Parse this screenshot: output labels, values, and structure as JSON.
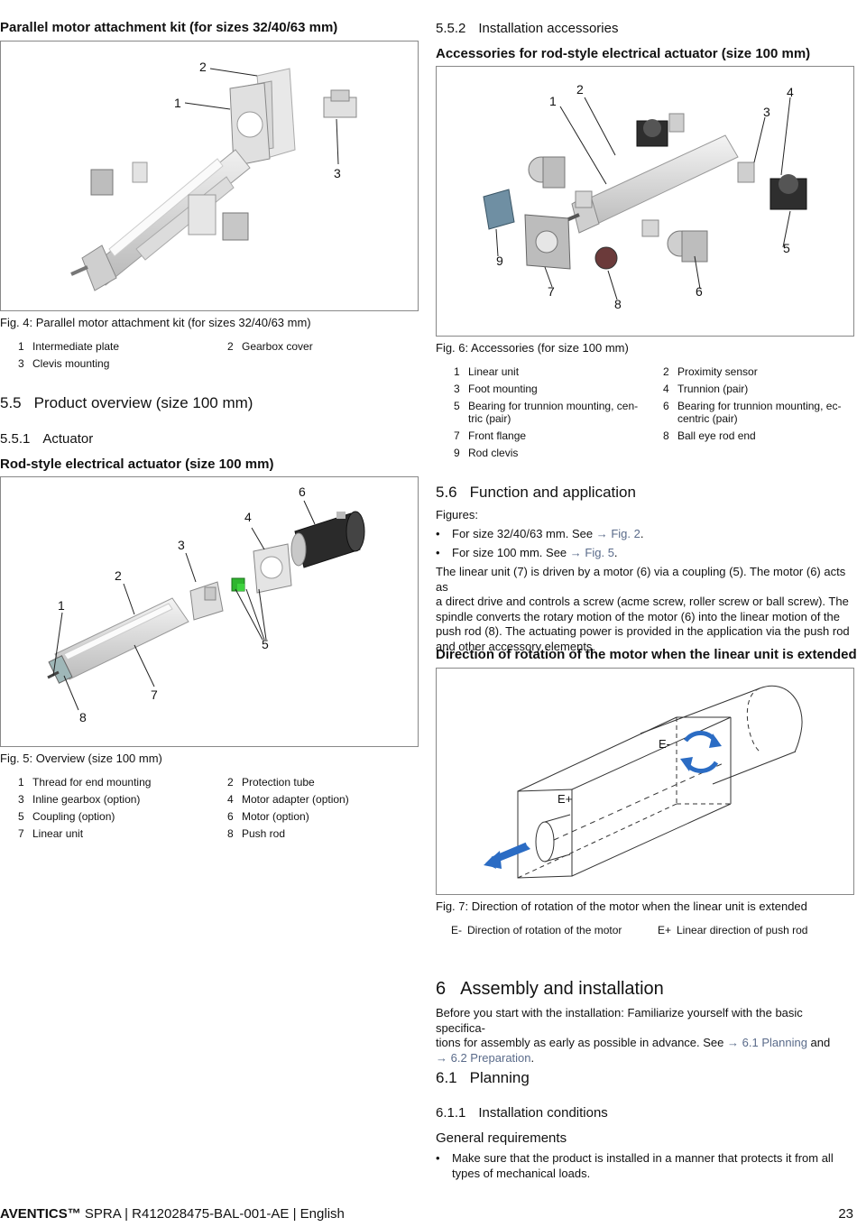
{
  "left": {
    "h_kit": "Parallel motor attachment kit (for sizes 32/40/63 mm)",
    "fig4_caption": "Fig. 4: Parallel motor attachment kit (for sizes 32/40/63 mm)",
    "fig4_callouts": [
      "1",
      "2",
      "3"
    ],
    "fig4_legend": [
      {
        "n": "1",
        "t": "Intermediate plate"
      },
      {
        "n": "2",
        "t": "Gearbox cover"
      },
      {
        "n": "3",
        "t": "Clevis mounting"
      }
    ],
    "h55_num": "5.5",
    "h55_text": "Product overview (size 100 mm)",
    "h551_num": "5.5.1",
    "h551_text": "Actuator",
    "h_rod": "Rod-style electrical actuator (size 100 mm)",
    "fig5_caption": "Fig. 5: Overview (size 100 mm)",
    "fig5_callouts": [
      "1",
      "2",
      "3",
      "4",
      "5",
      "6",
      "7",
      "8"
    ],
    "fig5_legend": [
      {
        "n": "1",
        "t": "Thread for end mounting"
      },
      {
        "n": "2",
        "t": "Protection tube"
      },
      {
        "n": "3",
        "t": "Inline gearbox (option)"
      },
      {
        "n": "4",
        "t": "Motor adapter (option)"
      },
      {
        "n": "5",
        "t": "Coupling (option)"
      },
      {
        "n": "6",
        "t": "Motor (option)"
      },
      {
        "n": "7",
        "t": "Linear unit"
      },
      {
        "n": "8",
        "t": "Push rod"
      }
    ]
  },
  "right": {
    "h552_num": "5.5.2",
    "h552_text": "Installation accessories",
    "h_acc": "Accessories for rod-style electrical actuator (size 100 mm)",
    "fig6_caption": "Fig. 6: Accessories (for size 100 mm)",
    "fig6_callouts": [
      "1",
      "2",
      "3",
      "4",
      "5",
      "6",
      "7",
      "8",
      "9"
    ],
    "fig6_legend": [
      {
        "n": "1",
        "t": "Linear unit"
      },
      {
        "n": "2",
        "t": "Proximity sensor"
      },
      {
        "n": "3",
        "t": "Foot mounting"
      },
      {
        "n": "4",
        "t": "Trunnion (pair)"
      },
      {
        "n": "5",
        "t": "Bearing for trunnion mounting, cen-",
        "t2": "tric (pair)"
      },
      {
        "n": "6",
        "t": "Bearing for trunnion mounting, ec-",
        "t2": "centric (pair)"
      },
      {
        "n": "7",
        "t": "Front flange"
      },
      {
        "n": "8",
        "t": "Ball eye rod end"
      },
      {
        "n": "9",
        "t": "Rod clevis"
      }
    ],
    "h56_num": "5.6",
    "h56_text": "Function and application",
    "figures_label": "Figures:",
    "bullet1_text": "For size 32/40/63 mm. See ",
    "bullet1_link": "Fig. 2",
    "bullet2_text": "For size 100 mm. See ",
    "bullet2_link": "Fig. 5",
    "para56_l1": "The linear unit (7) is driven by a motor (6) via a coupling (5). The motor (6) acts as",
    "para56_l2": "a direct drive and controls a screw (acme screw, roller screw or ball screw). The",
    "para56_l3": "spindle converts the rotary motion of the motor (6) into the linear motion of the",
    "para56_l4": "push rod (8). The actuating power is provided in the application via the push rod",
    "para56_l5": "and other accessory elements.",
    "h_dir": "Direction of rotation of the motor when the linear unit is extended",
    "fig7_label_eminus": "E-",
    "fig7_label_eplus": "E+",
    "fig7_caption": "Fig. 7: Direction of rotation of the motor when the linear unit is extended",
    "fig7_legend": [
      {
        "n": "E-",
        "t": "Direction of rotation of the motor"
      },
      {
        "n": "E+",
        "t": "Linear direction of push rod"
      }
    ],
    "h6_num": "6",
    "h6_text": "Assembly and installation",
    "para6_l1": "Before you start with the installation: Familiarize yourself with the basic specifica-",
    "para6_l2": "tions for assembly as early as possible in advance. See ",
    "para6_link1": "6.1 Planning",
    "para6_and": " and",
    "para6_link2": "6.2 Preparation",
    "h61_num": "6.1",
    "h61_text": "Planning",
    "h611_num": "6.1.1",
    "h611_text": "Installation conditions",
    "h_gen": "General requirements",
    "bullet_gen_l1": "Make sure that the product is installed in a manner that protects it from all",
    "bullet_gen_l2": "types of mechanical loads."
  },
  "footer": {
    "brand": "AVENTICS™",
    "doc": " SPRA | R412028475-BAL-001-AE | English",
    "page": "23"
  },
  "colors": {
    "accent_blue": "#2b6cc4",
    "link": "#5a6b8a",
    "green": "#2fb52f"
  }
}
